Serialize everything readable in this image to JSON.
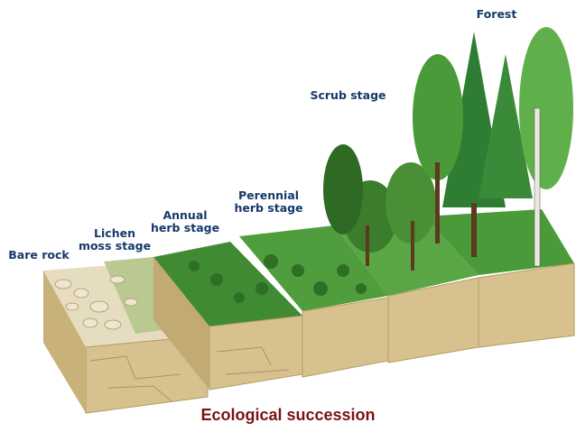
{
  "diagram": {
    "title": "Ecological succession",
    "stages": [
      {
        "id": "bare-rock",
        "label": "Bare rock"
      },
      {
        "id": "lichen-moss",
        "label": "Lichen\nmoss stage"
      },
      {
        "id": "annual-herb",
        "label": "Annual\nherb stage"
      },
      {
        "id": "perennial-herb",
        "label": "Perennial\nherb stage"
      },
      {
        "id": "scrub",
        "label": "Scrub stage"
      },
      {
        "id": "forest",
        "label": "Forest"
      }
    ]
  },
  "colors": {
    "label_text": "#173a6b",
    "title_text": "#7a1414",
    "soil_front": "#d7c28f",
    "soil_side": "#b59a62",
    "rock_top": "#e6dcc0",
    "lichen_top": "#b9c98f",
    "herb_top": "#3f8a32",
    "grass_top": "#4f9d3c",
    "forest_green": "#2e7d32",
    "trunk": "#5b3a1e"
  }
}
